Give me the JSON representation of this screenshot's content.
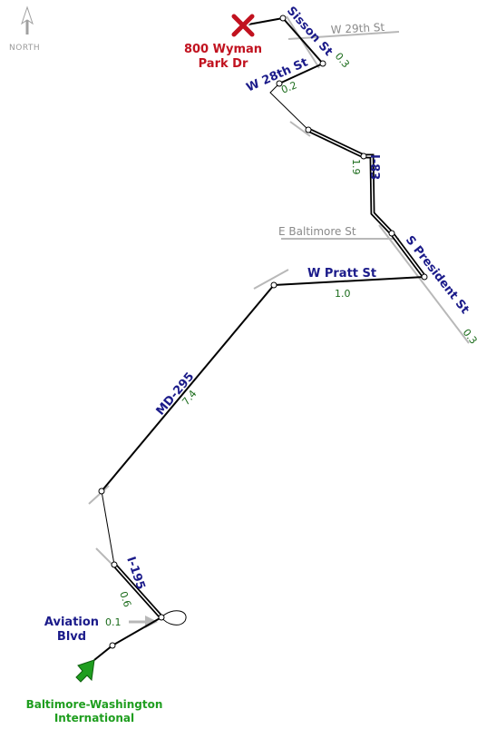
{
  "compass": {
    "label": "NORTH"
  },
  "destination": {
    "line1": "800 Wyman",
    "line2": "Park Dr"
  },
  "origin": {
    "line1": "Baltimore-Washington",
    "line2": "International"
  },
  "cross_streets": {
    "w29": "W 29th St",
    "ebaltimore": "E Baltimore St"
  },
  "roads": {
    "sisson": "Sisson St",
    "w28": "W 28th St",
    "i83": "I-83",
    "spresident": "S President St",
    "wpratt": "W Pratt St",
    "md295": "MD-295",
    "i195": "I-195",
    "aviation_line1": "Aviation",
    "aviation_line2": "Blvd"
  },
  "distances": {
    "sisson": "0.3",
    "w28": "0.2",
    "i83": "1.9",
    "spresident": "0.3",
    "wpratt": "1.0",
    "md295": "7.4",
    "i195": "0.6",
    "aviation": "0.1"
  },
  "colors": {
    "route": "#000000",
    "crossroad": "#b8b8b8",
    "road_label": "#1b1b8a",
    "distance": "#1a6b1a",
    "destination": "#c1121f",
    "origin": "#1f9e1f"
  }
}
